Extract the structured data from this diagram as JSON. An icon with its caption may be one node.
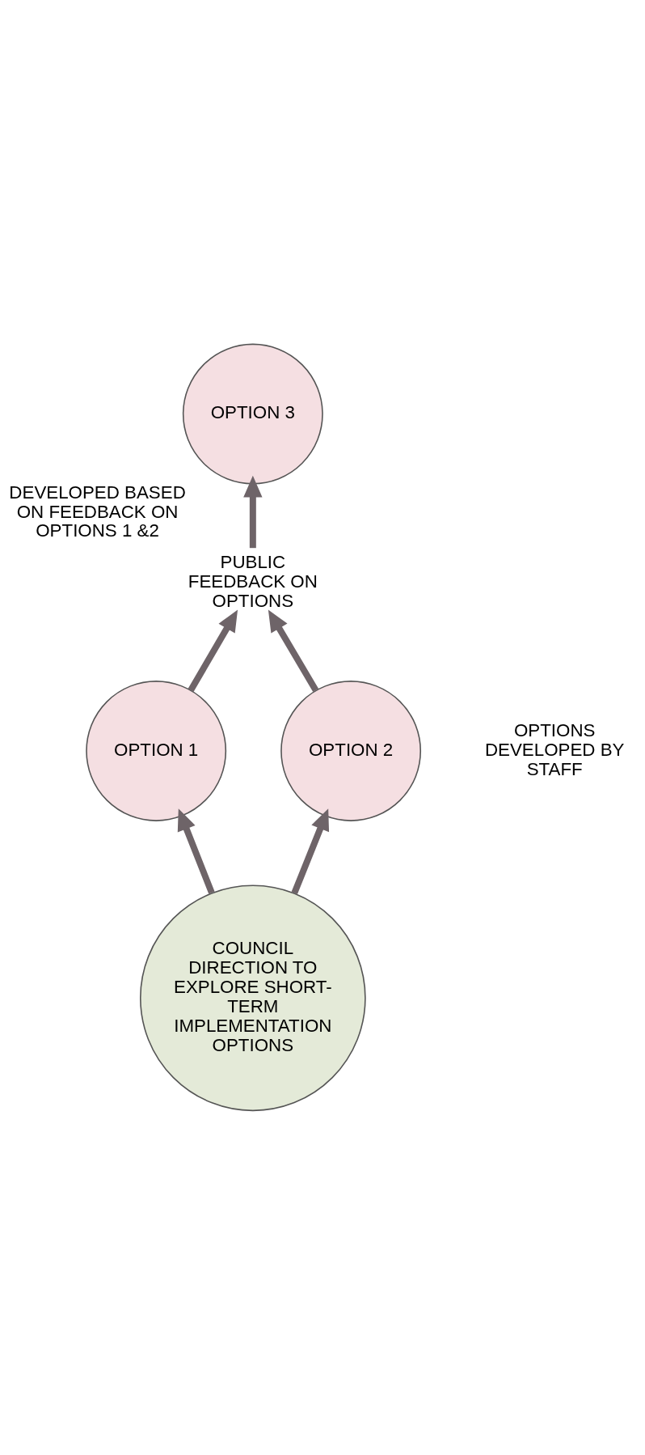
{
  "diagram": {
    "nodes": [
      {
        "text": [
          "COUNCIL DIRECTION TO EXPLORE SHORT-TERM IMPLEMENTATION OPTIONS"
        ]
      },
      {
        "text": [
          "OPTION 1"
        ]
      },
      {
        "text": [
          "OPTION 2"
        ]
      },
      {
        "text": [
          "PUBLIC FEEDBACK ON OPTIONS"
        ]
      },
      {
        "text": [
          "OPTION 3"
        ],
        "beside": [
          "DEVELOPED BASED ON FEEDBACK ON OPTIONS 1 &2"
        ]
      }
    ],
    "edges": [
      {
        "from": 0,
        "to": 1,
        "arrow": "to"
      },
      {
        "from": 0,
        "to": 2,
        "arrow": "to"
      },
      {
        "from": 1,
        "to": 3,
        "arrow": "to"
      },
      {
        "from": 2,
        "to": 3,
        "arrow": "to"
      },
      {
        "from": 3,
        "to": 4,
        "arrow": "to"
      }
    ],
    "labels": [
      "OPTIONS DEVELOPED BY STAFF"
    ]
  }
}
